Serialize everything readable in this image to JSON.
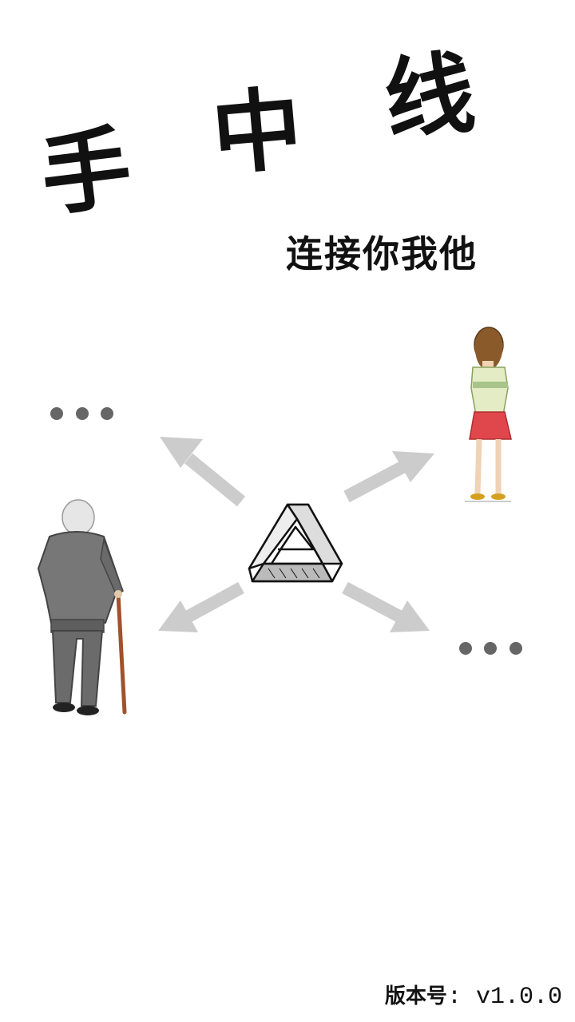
{
  "title": {
    "chars": [
      "手",
      "中",
      "线"
    ]
  },
  "subtitle": "连接你我他",
  "version": {
    "label": "版本号",
    "separator": ":",
    "value": "v1.0.0"
  },
  "icons": {
    "center": "impossible-triangle-icon",
    "more": "ellipsis-icon"
  },
  "colors": {
    "text": "#111111",
    "arrow": "#cccccc",
    "dots": "#666666",
    "background": "#ffffff"
  }
}
